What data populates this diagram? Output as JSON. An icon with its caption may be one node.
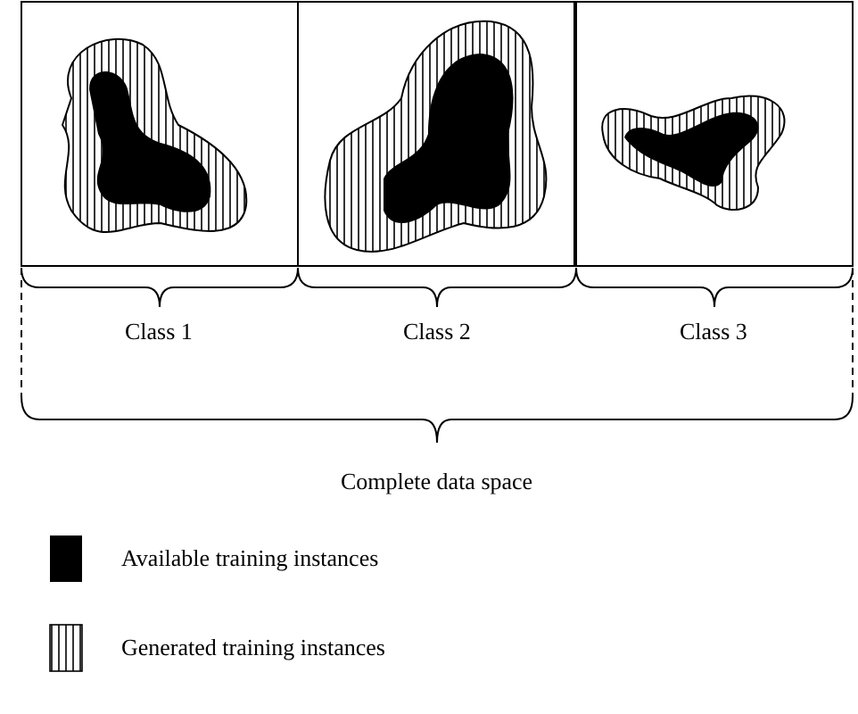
{
  "diagram": {
    "labels": [
      "Class 1",
      "Class 2",
      "Class 3",
      "Complete data space"
    ],
    "legend": [
      {
        "text": "Available training instances",
        "color": "#000000"
      },
      {
        "text": "Generated training instances"
      }
    ]
  }
}
